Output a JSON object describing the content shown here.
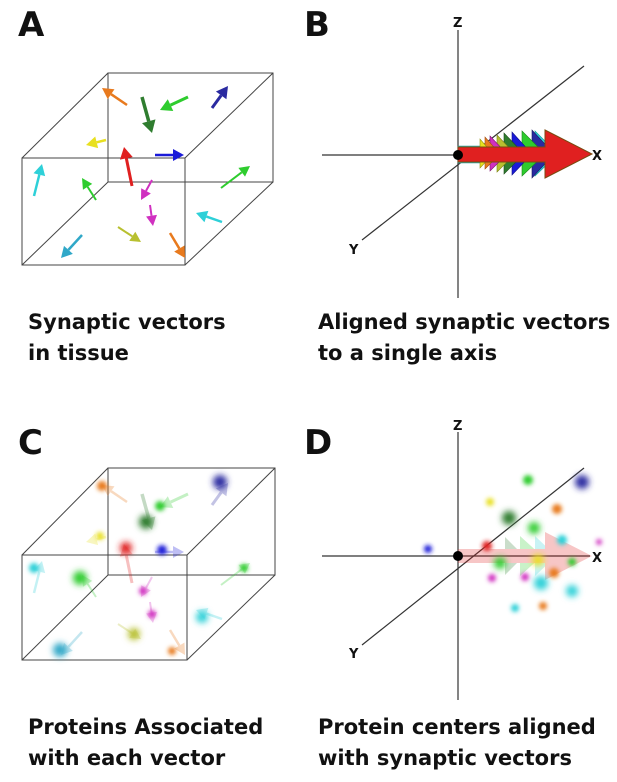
{
  "panels": {
    "a": {
      "letter": "A",
      "caption": [
        "Synaptic vectors",
        "in tissue"
      ]
    },
    "b": {
      "letter": "B",
      "caption": [
        "Aligned synaptic vectors",
        "to a single axis"
      ]
    },
    "c": {
      "letter": "C",
      "caption": [
        "Proteins Associated",
        "with each vector"
      ]
    },
    "d": {
      "letter": "D",
      "caption": [
        "Protein centers aligned",
        "with synaptic vectors"
      ]
    }
  },
  "axes": {
    "x": "X",
    "y": "Y",
    "z": "Z"
  },
  "colors": {
    "red": "#e02020",
    "green": "#2ecc2e",
    "dark_green": "#2f7d2f",
    "blue": "#1a1ad8",
    "navy": "#2a2aa0",
    "orange": "#e87a1e",
    "yellow": "#e8e020",
    "cyan": "#2ed0d8",
    "magenta": "#d030c0",
    "olive": "#b8c030",
    "teal": "#30a8c8",
    "line": "#333333"
  }
}
